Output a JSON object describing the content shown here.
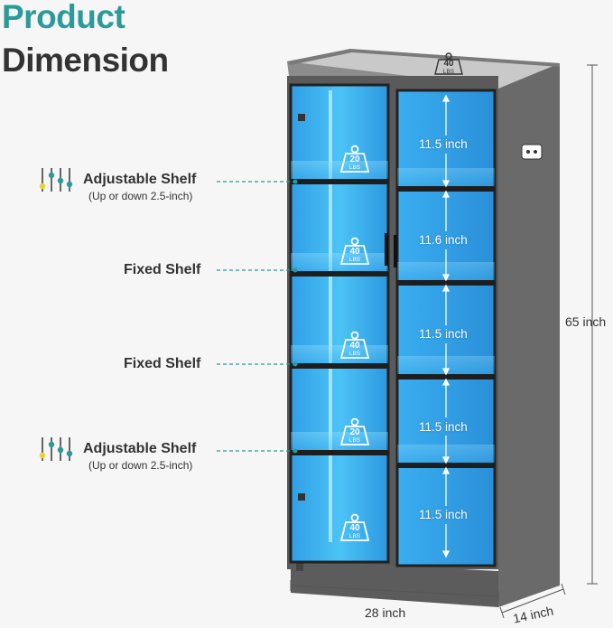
{
  "heading": {
    "line1": "Product",
    "line2": "Dimension"
  },
  "callouts": [
    {
      "label": "Adjustable Shelf",
      "note": "(Up or down 2.5-inch)",
      "icon": "slider-adjust-icon"
    },
    {
      "label": "Fixed Shelf"
    },
    {
      "label": "Fixed Shelf"
    },
    {
      "label": "Adjustable Shelf",
      "note": "(Up or down 2.5-inch)",
      "icon": "slider-adjust-icon"
    }
  ],
  "compartment_heights": [
    "11.5 inch",
    "11.6 inch",
    "11.5 inch",
    "11.5 inch",
    "11.5 inch"
  ],
  "weight_capacities": [
    {
      "value": "40",
      "unit": "LBS"
    },
    {
      "value": "20",
      "unit": "LBS"
    },
    {
      "value": "40",
      "unit": "LBS"
    },
    {
      "value": "40",
      "unit": "LBS"
    },
    {
      "value": "20",
      "unit": "LBS"
    },
    {
      "value": "40",
      "unit": "LBS"
    }
  ],
  "dimensions": {
    "height": "65 inch",
    "width": "28 inch",
    "depth": "14 inch"
  },
  "colors": {
    "accent": "#2b9a9a",
    "led_blue": "#3fb4f0",
    "frame": "#5a5a5a"
  }
}
